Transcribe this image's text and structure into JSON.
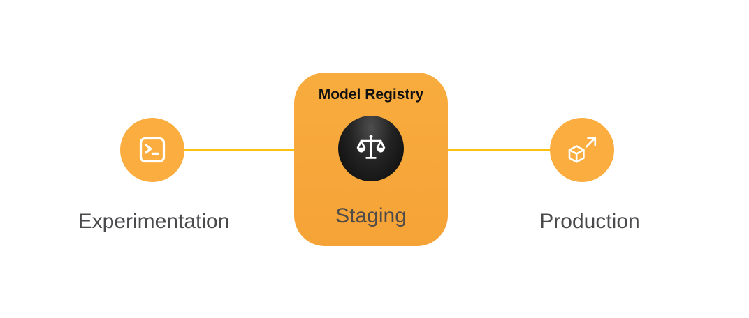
{
  "diagram": {
    "connector_color": "#FEC10D",
    "text_color": "#4A4A4D",
    "nodes": {
      "experimentation": {
        "label": "Experimentation",
        "icon": "terminal-icon",
        "circle_color": "#FBAD3F"
      },
      "model_registry": {
        "title": "Model Registry",
        "stage_label": "Staging",
        "icon": "scales-icon",
        "card_color": "#F7A73B",
        "inner_circle_color": "#1B1B1B"
      },
      "production": {
        "label": "Production",
        "icon": "cube-arrow-icon",
        "circle_color": "#FBAD3F"
      }
    }
  }
}
